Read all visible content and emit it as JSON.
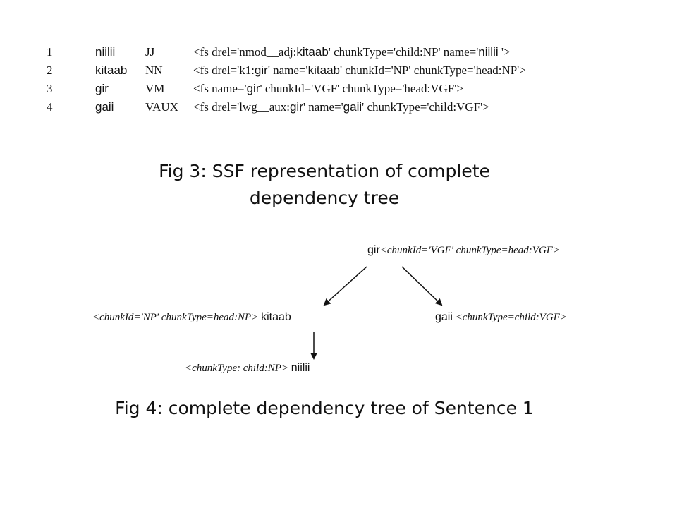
{
  "fig3": {
    "rows": [
      {
        "num": "1",
        "word": "niilii",
        "pos": "JJ",
        "fs": [
          {
            "t": "<fs drel='nmod__adj:",
            "s": false
          },
          {
            "t": "kitaab",
            "s": true
          },
          {
            "t": "' chunkType='child:NP' name='",
            "s": false
          },
          {
            "t": "niilii",
            "s": true
          },
          {
            "t": " '>",
            "s": false
          }
        ]
      },
      {
        "num": "2",
        "word": "kitaab",
        "pos": "NN",
        "fs": [
          {
            "t": "<fs drel='k1:",
            "s": false
          },
          {
            "t": "gir",
            "s": true
          },
          {
            "t": "' name='",
            "s": false
          },
          {
            "t": "kitaab",
            "s": true
          },
          {
            "t": "' chunkId='NP' chunkType='head:NP'>",
            "s": false
          }
        ]
      },
      {
        "num": "3",
        "word": "gir",
        "pos": "VM",
        "fs": [
          {
            "t": "<fs name='",
            "s": false
          },
          {
            "t": "gir",
            "s": true
          },
          {
            "t": "' chunkId='VGF' chunkType='head:VGF'>",
            "s": false
          }
        ]
      },
      {
        "num": "4",
        "word": "gaii",
        "pos": "VAUX",
        "fs": [
          {
            "t": "<fs drel='lwg__aux:",
            "s": false
          },
          {
            "t": "gir",
            "s": true
          },
          {
            "t": "' name='",
            "s": false
          },
          {
            "t": "gaii",
            "s": true
          },
          {
            "t": "' chunkType='child:VGF'>",
            "s": false
          }
        ]
      }
    ],
    "caption_line1": "Fig 3: SSF representation of complete",
    "caption_line2": "dependency tree"
  },
  "fig4": {
    "root": {
      "word": "gir",
      "feat": "<chunkId='VGF'  chunkType=head:VGF>"
    },
    "left": {
      "feat": "<chunkId='NP' chunkType=head:NP>",
      "word": "kitaab"
    },
    "right": {
      "word": "gaii",
      "feat": "<chunkType=child:VGF>"
    },
    "leaf": {
      "feat": "<chunkType: child:NP>",
      "word": "niilii"
    },
    "caption": "Fig 4: complete dependency tree of Sentence 1"
  }
}
